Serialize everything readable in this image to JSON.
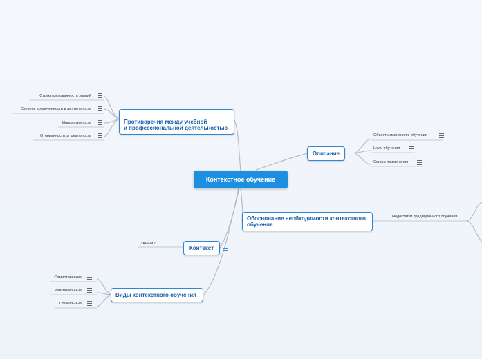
{
  "root": {
    "label": "Контекстное обучение"
  },
  "branches": {
    "contradictions": {
      "label": "Противоречия между учебной\nи профессиональной деятельностью",
      "children": [
        "Структурированность знаний",
        "Степень вовлеченности в деятельность",
        "Инициативность",
        "Оторванность от реальность"
      ]
    },
    "description": {
      "label": "Описание",
      "children": [
        "Объект изменения в обучении",
        "Цель обучения",
        "Сфера применения"
      ]
    },
    "justification": {
      "label": "Обоснование необходимости контекстного обучения",
      "children": [
        "Недостатки традиционного обучения"
      ]
    },
    "context": {
      "label": "Контекст",
      "children": [
        "ЗАЧЕМ?"
      ]
    },
    "kinds": {
      "label": "Виды контекстного обучения",
      "children": [
        "Семиотические",
        "Имитационные",
        "Социальные"
      ]
    }
  },
  "colors": {
    "accent": "#1d8fe0",
    "node_border": "#2f86d6",
    "node_text": "#1a5ea8",
    "connector": "#b7bdc6"
  }
}
